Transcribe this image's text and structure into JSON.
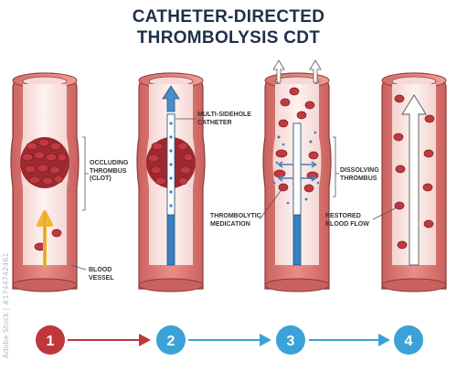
{
  "title_line1": "CATHETER-DIRECTED",
  "title_line2": "THROMBOLYSIS CDT",
  "labels": {
    "occluding": "OCCLUDING\nTHROMBUS\n(CLOT)",
    "catheter": "MULTI-SIDEHOLE\nCATHETER",
    "dissolving": "DISSOLVING\nTHROMBUS",
    "medication": "THROMBOLYTIC\nMEDICATION",
    "restored": "RESTORED\nBLOOD FLOW",
    "vessel": "BLOOD\nVESSEL"
  },
  "steps": [
    {
      "number": "1",
      "color": "#c1363c"
    },
    {
      "number": "2",
      "color": "#3aa2d6"
    },
    {
      "number": "3",
      "color": "#3aa2d6"
    },
    {
      "number": "4",
      "color": "#3aa2d6"
    }
  ],
  "watermark": "Adobe Stock | #1744742461",
  "colors": {
    "vessel_wall": "#e07e79",
    "vessel_wall_dark": "#b55a57",
    "lumen": "#f9e7e4",
    "clot": "#b8333a",
    "blood_cell": "#c2393f",
    "catheter": "#3a7fbf",
    "arrow_yellow": "#f2b534",
    "arrow_blue": "#4a8ec9",
    "arrow_red": "#c1363c",
    "arrow_light_blue": "#3aa2d6"
  }
}
